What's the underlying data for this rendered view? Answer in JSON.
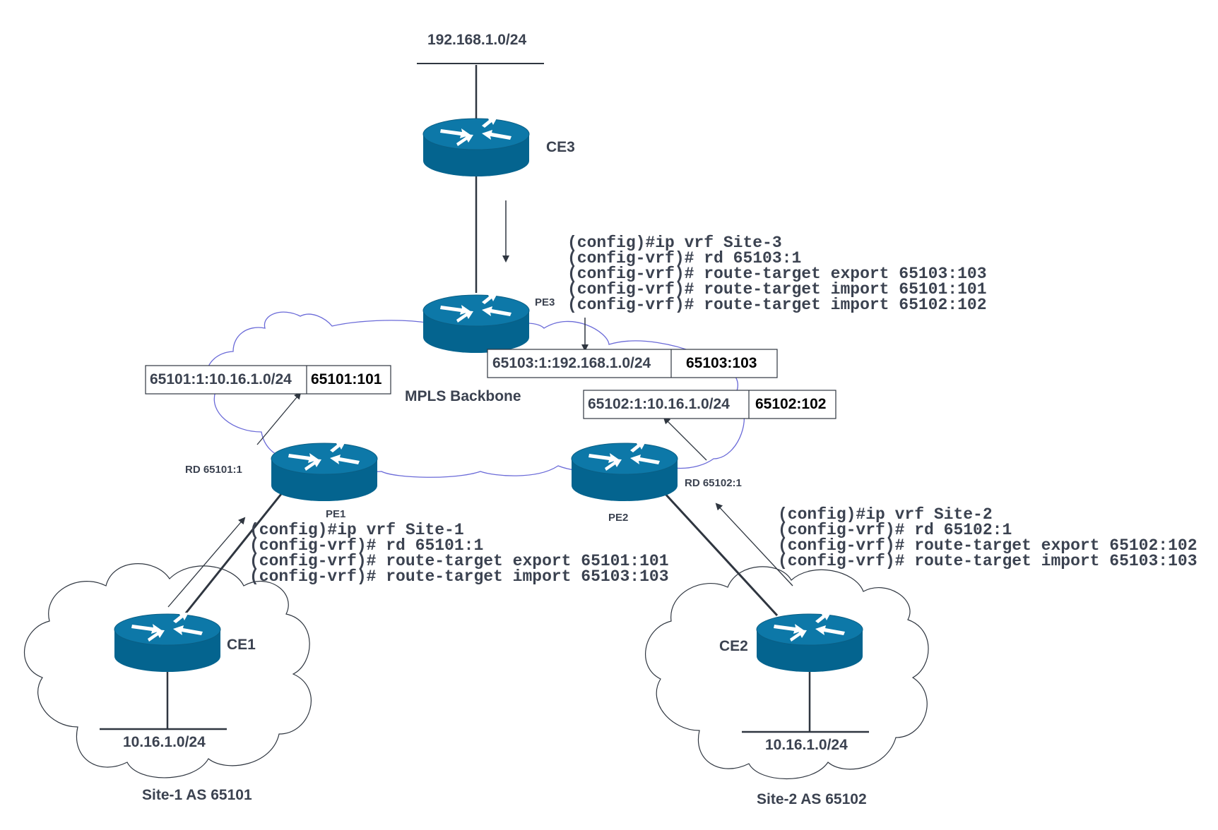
{
  "colors": {
    "router_fill": "#04648f",
    "router_top": "#0d78a8",
    "text": "#3b4250",
    "backbone_outline": "#6a6ad8",
    "line": "#2f3640"
  },
  "networks": {
    "top": "192.168.1.0/24",
    "site1": "10.16.1.0/24",
    "site2": "10.16.1.0/24"
  },
  "routers": {
    "ce3": "CE3",
    "pe3": "PE3",
    "pe1": "PE1",
    "pe2": "PE2",
    "ce1": "CE1",
    "ce2": "CE2"
  },
  "backbone_label": "MPLS Backbone",
  "rd_labels": {
    "pe1": "RD 65101:1",
    "pe2": "RD 65102:1"
  },
  "sites": {
    "site1": "Site-1 AS 65101",
    "site2": "Site-2 AS 65102"
  },
  "route_boxes": {
    "pe3": {
      "prefix": "65103:1:192.168.1.0/24",
      "rt": "65103:103"
    },
    "pe1": {
      "prefix": "65101:1:10.16.1.0/24",
      "rt": "65101:101"
    },
    "pe2": {
      "prefix": "65102:1:10.16.1.0/24",
      "rt": "65102:102"
    }
  },
  "configs": {
    "site3": [
      "(config)#ip vrf Site-3",
      "(config-vrf)# rd 65103:1",
      "(config-vrf)# route-target export 65103:103",
      "(config-vrf)# route-target import 65101:101",
      "(config-vrf)# route-target import 65102:102"
    ],
    "site1": [
      "(config)#ip vrf Site-1",
      "(config-vrf)# rd 65101:1",
      "(config-vrf)# route-target export 65101:101",
      "(config-vrf)# route-target import 65103:103"
    ],
    "site2": [
      "(config)#ip vrf Site-2",
      "(config-vrf)# rd 65102:1",
      "(config-vrf)# route-target export 65102:102",
      "(config-vrf)# route-target import 65103:103"
    ]
  }
}
